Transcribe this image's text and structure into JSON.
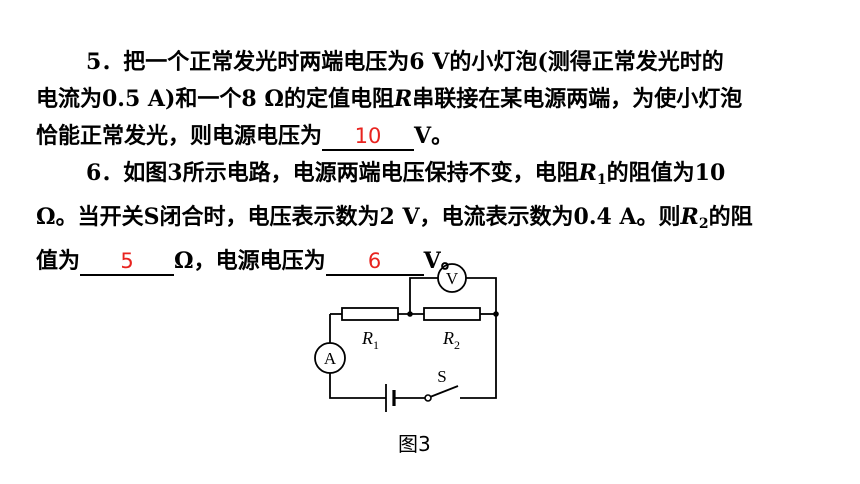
{
  "q5": {
    "line1": "5．把一个正常发光时两端电压为6 V的小灯泡(测得正常发光时的",
    "line2_a": "电流为0.5 A)和一个8 Ω的定值电阻",
    "line2_var": "R",
    "line2_b": "串联接在某电源两端，为使小灯泡",
    "line3_a": "恰能正常发光，则电源电压为",
    "answer": "10",
    "line3_b": "V。"
  },
  "q6": {
    "line1_a": "6．如图3所示电路，电源两端电压保持不变，电阻",
    "r1_var": "R",
    "r1_sub": "1",
    "line1_b": "的阻值为10",
    "line2_a": "Ω。当开关S闭合时，电压表示数为2 V，电流表示数为0.4 A。则",
    "r2_var": "R",
    "r2_sub": "2",
    "line2_b": "的阻",
    "line3_a": "值为",
    "answer1": "5",
    "line3_b": "Ω，电源电压为",
    "answer2": "6",
    "line3_c": "V。"
  },
  "figure": {
    "voltmeter_symbol": "V",
    "ammeter_symbol": "A",
    "switch_label": "S",
    "r1_label": "R",
    "r1_sub": "1",
    "r2_label": "R",
    "r2_sub": "2",
    "caption": "图3"
  }
}
